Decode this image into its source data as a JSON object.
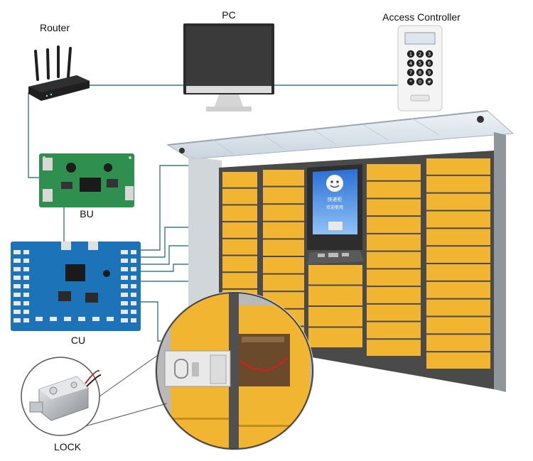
{
  "labels": {
    "router": "Router",
    "pc": "PC",
    "access_controller": "Access Controller",
    "bu": "BU",
    "cu": "CU",
    "lock": "LOCK"
  },
  "colors": {
    "wire": "#3b7a85",
    "locker_yellow": "#f2b531",
    "locker_frame": "#4a4a4a",
    "bu_board": "#2f8f4e",
    "cu_board": "#1c73b8",
    "router": "#1f1f1f"
  },
  "screen": {
    "text_line1": "快递柜",
    "text_line2": "欢迎使用"
  },
  "keypad": {
    "keys": [
      "1",
      "2",
      "3",
      "4",
      "5",
      "6",
      "7",
      "8",
      "9",
      "*",
      "0",
      "#"
    ]
  }
}
